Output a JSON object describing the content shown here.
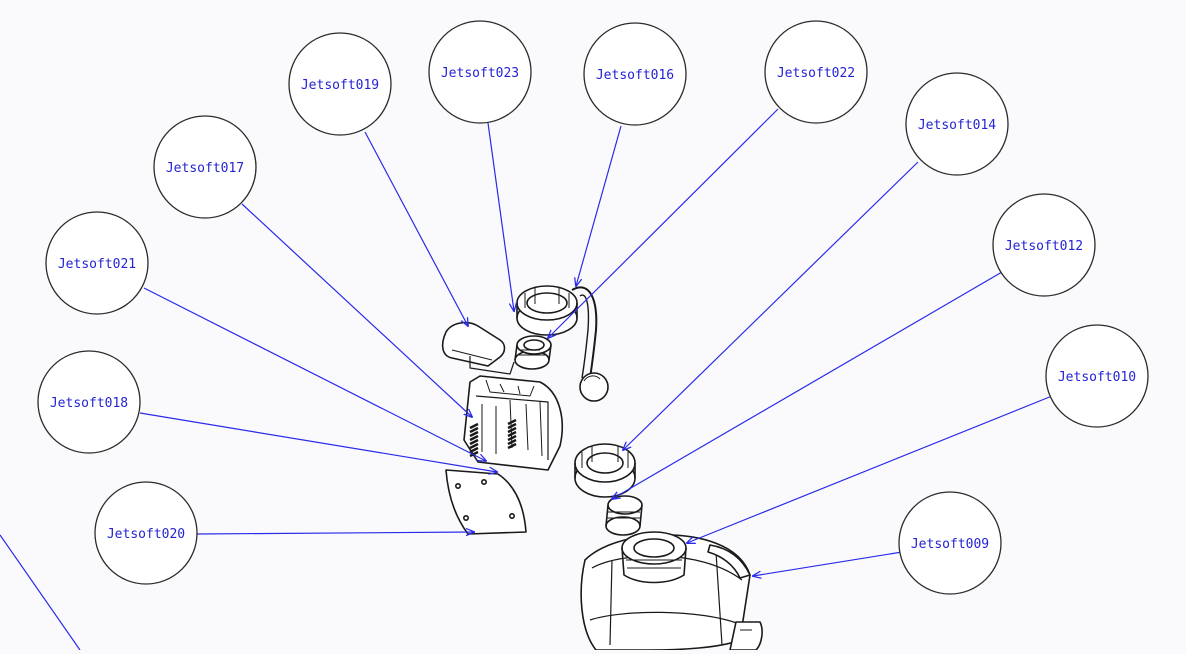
{
  "colors": {
    "leader": "#2a2ae8",
    "label": "#2323d6",
    "outline": "#2b2b2b",
    "part_stroke": "#1a1a1a",
    "background": "#fafafd"
  },
  "balloons": [
    {
      "id": "b-jetsoft009",
      "label": "Jetsoft009"
    },
    {
      "id": "b-jetsoft010",
      "label": "Jetsoft010"
    },
    {
      "id": "b-jetsoft012",
      "label": "Jetsoft012"
    },
    {
      "id": "b-jetsoft014",
      "label": "Jetsoft014"
    },
    {
      "id": "b-jetsoft016",
      "label": "Jetsoft016"
    },
    {
      "id": "b-jetsoft017",
      "label": "Jetsoft017"
    },
    {
      "id": "b-jetsoft018",
      "label": "Jetsoft018"
    },
    {
      "id": "b-jetsoft019",
      "label": "Jetsoft019"
    },
    {
      "id": "b-jetsoft020",
      "label": "Jetsoft020"
    },
    {
      "id": "b-jetsoft021",
      "label": "Jetsoft021"
    },
    {
      "id": "b-jetsoft022",
      "label": "Jetsoft022"
    },
    {
      "id": "b-jetsoft023",
      "label": "Jetsoft023"
    }
  ]
}
